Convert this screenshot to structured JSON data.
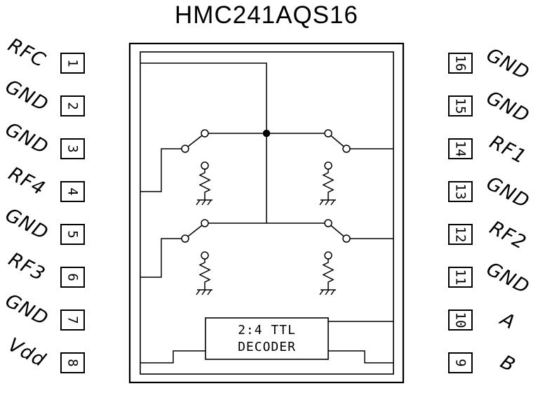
{
  "title": "HMC241AQS16",
  "left_pins": [
    {
      "num": "1",
      "label": "RFC"
    },
    {
      "num": "2",
      "label": "GND"
    },
    {
      "num": "3",
      "label": "GND"
    },
    {
      "num": "4",
      "label": "RF4"
    },
    {
      "num": "5",
      "label": "GND"
    },
    {
      "num": "6",
      "label": "RF3"
    },
    {
      "num": "7",
      "label": "GND"
    },
    {
      "num": "8",
      "label": "Vdd"
    }
  ],
  "right_pins": [
    {
      "num": "16",
      "label": "GND"
    },
    {
      "num": "15",
      "label": "GND"
    },
    {
      "num": "14",
      "label": "RF1"
    },
    {
      "num": "13",
      "label": "GND"
    },
    {
      "num": "12",
      "label": "RF2"
    },
    {
      "num": "11",
      "label": "GND"
    },
    {
      "num": "10",
      "label": "A"
    },
    {
      "num": "9",
      "label": "B"
    }
  ],
  "decoder": {
    "line1": "2:4 TTL",
    "line2": "DECODER"
  },
  "colors": {
    "ink": "#000000",
    "background": "#ffffff"
  }
}
